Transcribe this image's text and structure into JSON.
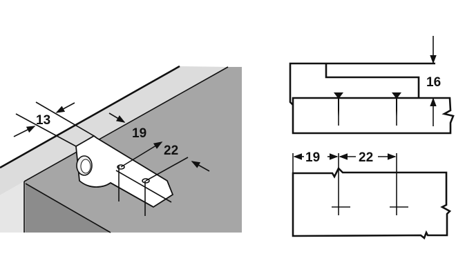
{
  "iso_view": {
    "dimensions": {
      "width_13": "13",
      "setback_19": "19",
      "spacing_22": "22"
    }
  },
  "side_view": {
    "dimensions": {
      "height_16": "16"
    }
  },
  "top_view": {
    "dimensions": {
      "setback_19": "19",
      "spacing_22": "22"
    }
  },
  "colors": {
    "panel_dark": "#a6a6a6",
    "panel_light": "#d9d9d9",
    "line": "#111111"
  }
}
